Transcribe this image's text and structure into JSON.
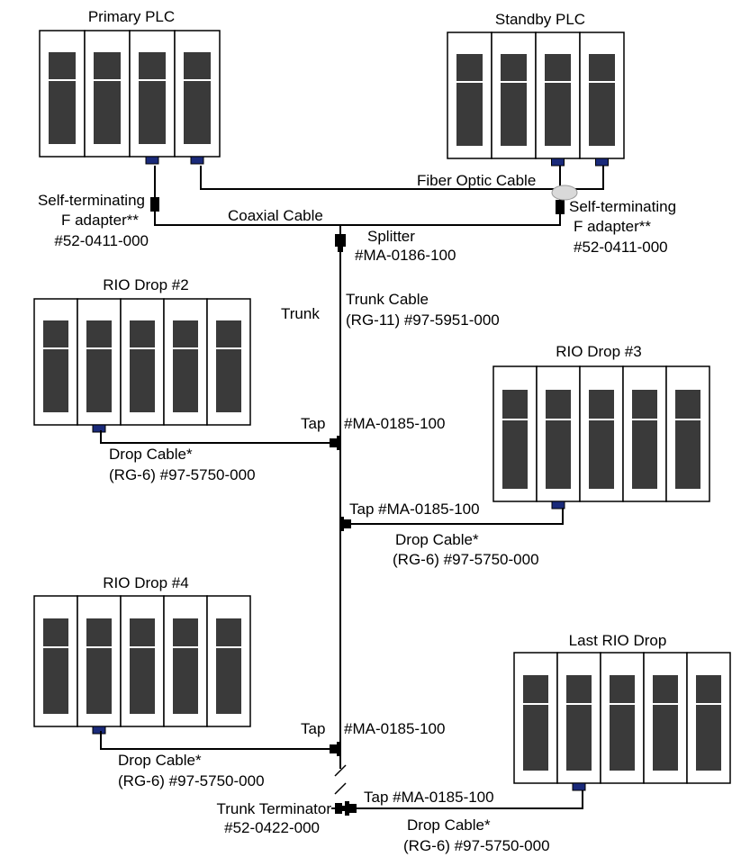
{
  "colors": {
    "rack_outline": "#000000",
    "slot_fill": "#3a3a3a",
    "slot_divider": "#ffffff",
    "connector": "#1a2a7a",
    "cable": "#000000",
    "coupler": "#d9d9d9"
  },
  "racks": {
    "primary_plc": {
      "label": "Primary PLC"
    },
    "standby_plc": {
      "label": "Standby PLC"
    },
    "rio_drop_2": {
      "label": "RIO Drop #2"
    },
    "rio_drop_3": {
      "label": "RIO Drop #3"
    },
    "rio_drop_4": {
      "label": "RIO Drop #4"
    },
    "last_rio_drop": {
      "label": "Last RIO Drop"
    }
  },
  "labels": {
    "fiber_optic_cable": "Fiber Optic Cable",
    "coaxial_cable": "Coaxial Cable",
    "adapter_left_1": "Self-terminating",
    "adapter_left_2": "F adapter**",
    "adapter_left_3": "#52-0411-000",
    "adapter_right_1": "Self-terminating",
    "adapter_right_2": "F adapter**",
    "adapter_right_3": "#52-0411-000",
    "splitter_1": "Splitter",
    "splitter_2": "#MA-0186-100",
    "trunk": "Trunk",
    "trunk_cable_1": "Trunk Cable",
    "trunk_cable_2": "(RG-11) #97-5951-000",
    "tap_drop2_word": "Tap",
    "tap_drop2_part": "#MA-0185-100",
    "drop_cable_2_1": "Drop Cable*",
    "drop_cable_2_2": "(RG-6) #97-5750-000",
    "tap_drop3": "Tap #MA-0185-100",
    "drop_cable_3_1": "Drop Cable*",
    "drop_cable_3_2": "(RG-6) #97-5750-000",
    "tap_drop4_word": "Tap",
    "tap_drop4_part": "#MA-0185-100",
    "drop_cable_4_1": "Drop Cable*",
    "drop_cable_4_2": "(RG-6) #97-5750-000",
    "trunk_terminator_1": "Trunk Terminator",
    "trunk_terminator_2": "#52-0422-000",
    "tap_last": "Tap #MA-0185-100",
    "drop_cable_last_1": "Drop Cable*",
    "drop_cable_last_2": "(RG-6) #97-5750-000"
  }
}
